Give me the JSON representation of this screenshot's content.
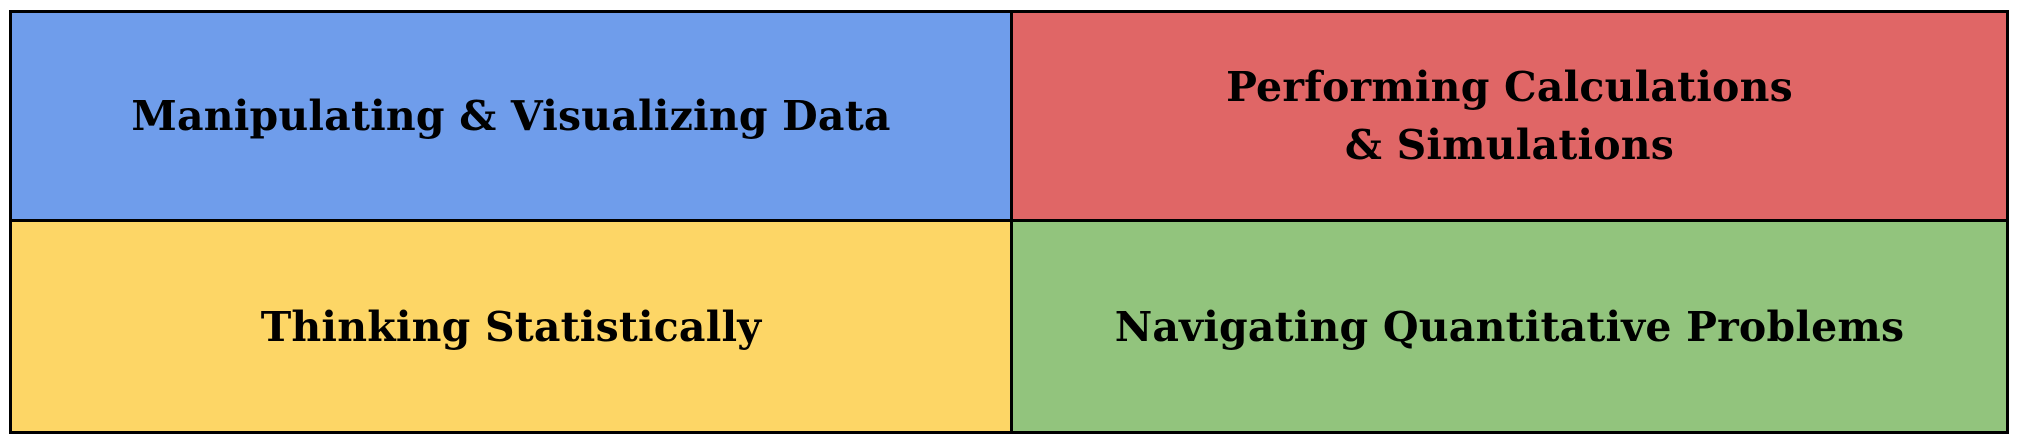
{
  "quadrants": [
    {
      "key": "tl",
      "color": "#6f9deb",
      "lines": [
        "Manipulating & Visualizing Data"
      ]
    },
    {
      "key": "tr",
      "color": "#e06666",
      "lines": [
        "Performing Calculations",
        "& Simulations"
      ]
    },
    {
      "key": "bl",
      "color": "#fdd666",
      "lines": [
        "Thinking Statistically"
      ]
    },
    {
      "key": "br",
      "color": "#92c47d",
      "lines": [
        "Navigating Quantitative Problems"
      ]
    }
  ]
}
